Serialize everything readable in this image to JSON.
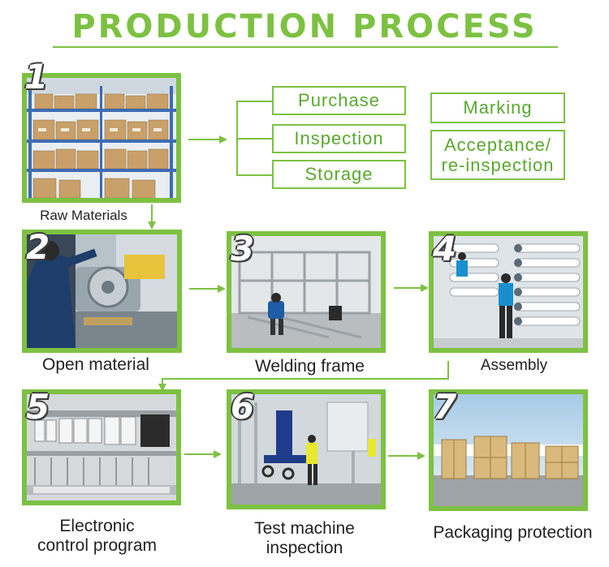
{
  "title": "PRODUCTION PROCESS",
  "colors": {
    "accent": "#7dc142",
    "caption": "#222222",
    "number": "#ffffff"
  },
  "steps": [
    {
      "number": "1",
      "caption": "Raw Materials"
    },
    {
      "number": "2",
      "caption": "Open material"
    },
    {
      "number": "3",
      "caption": "Welding frame"
    },
    {
      "number": "4",
      "caption": "Assembly"
    },
    {
      "number": "5",
      "caption_line1": "Electronic",
      "caption_line2": "control program"
    },
    {
      "number": "6",
      "caption_line1": "Test machine",
      "caption_line2": "inspection"
    },
    {
      "number": "7",
      "caption": "Packaging protection"
    }
  ],
  "raw_material_checks": [
    "Purchase",
    "Inspection",
    "Storage"
  ],
  "acceptance_checks": [
    "Marking",
    "Acceptance/",
    "re-inspection"
  ]
}
